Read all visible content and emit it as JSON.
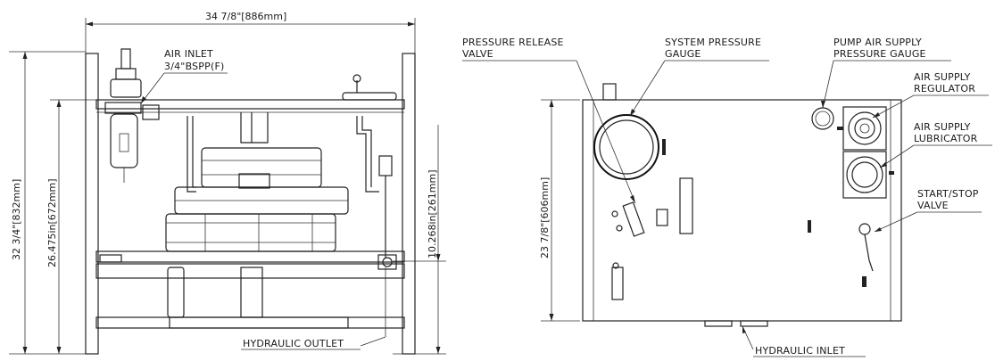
{
  "dimensions": {
    "overall_width": "34 7/8\"[886mm]",
    "overall_height": "32 3/4\"[832mm]",
    "inner_height": "26.475in[672mm]",
    "outlet_height": "10.268in[261mm]",
    "side_height": "23 7/8\"[606mm]"
  },
  "labels": {
    "air_inlet_line1": "AIR INLET",
    "air_inlet_line2": "3/4\"BSPP(F)",
    "hydraulic_outlet": "HYDRAULIC OUTLET",
    "pressure_release_line1": "PRESSURE RELEASE",
    "pressure_release_line2": "VALVE",
    "system_pressure_line1": "SYSTEM PRESSURE",
    "system_pressure_line2": "GAUGE",
    "pump_air_line1": "PUMP AIR SUPPLY",
    "pump_air_line2": "PRESSURE GAUGE",
    "air_regulator_line1": "AIR SUPPLY",
    "air_regulator_line2": "REGULATOR",
    "air_lubricator_line1": "AIR SUPPLY",
    "air_lubricator_line2": "LUBRICATOR",
    "start_stop_line1": "START/STOP",
    "start_stop_line2": "VALVE",
    "hydraulic_inlet": "HYDRAULIC INLET"
  }
}
